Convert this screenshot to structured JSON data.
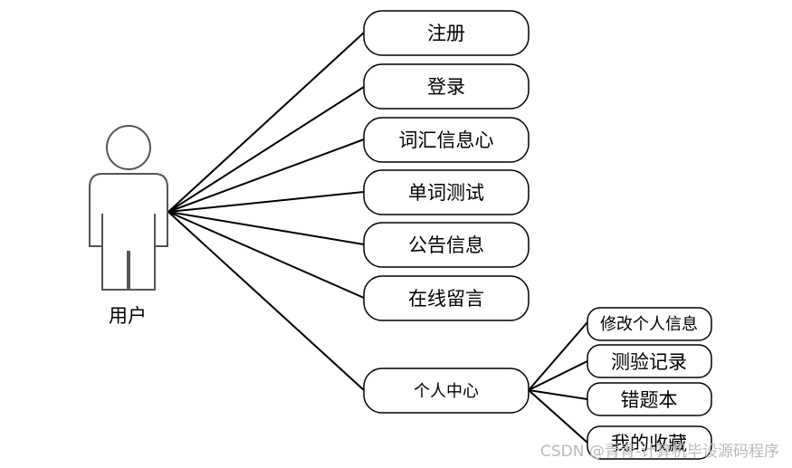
{
  "actor": {
    "label": "用户"
  },
  "use_cases": [
    {
      "id": "register",
      "label": "注册"
    },
    {
      "id": "login",
      "label": "登录"
    },
    {
      "id": "vocab-info",
      "label": "词汇信息心"
    },
    {
      "id": "word-test",
      "label": "单词测试"
    },
    {
      "id": "notice-info",
      "label": "公告信息"
    },
    {
      "id": "online-message",
      "label": "在线留言"
    },
    {
      "id": "personal-center",
      "label": "个人中心"
    }
  ],
  "sub_use_cases": [
    {
      "id": "edit-personal-info",
      "label": "修改个人信息"
    },
    {
      "id": "test-records",
      "label": "测验记录"
    },
    {
      "id": "wrong-questions",
      "label": "错题本"
    },
    {
      "id": "my-favorites",
      "label": "我的收藏"
    }
  ],
  "watermark": "CSDN @青青-计算机毕设源码程序"
}
